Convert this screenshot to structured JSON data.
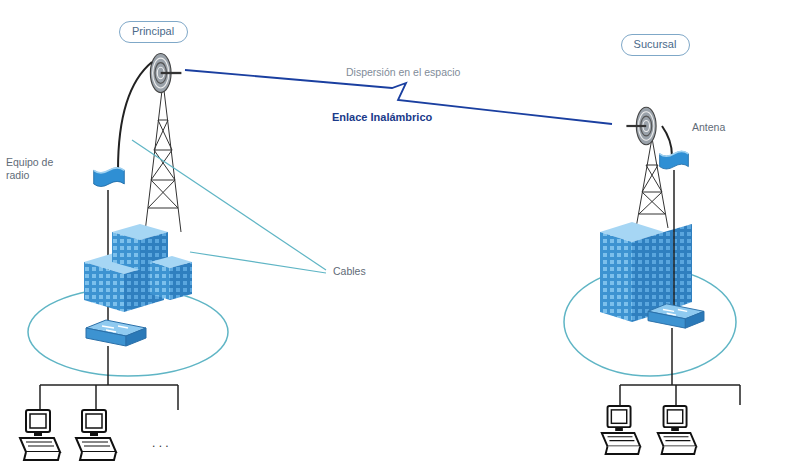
{
  "diagram": {
    "nodes": [
      {
        "text": [
          "Principal"
        ]
      },
      {
        "text": [
          "Sucursal"
        ]
      }
    ],
    "labels": [
      "Dispersión en el espacio",
      "Enlace Inalámbrico",
      "Equipo de radio",
      "Cables",
      "Antena",
      ". . ."
    ]
  }
}
